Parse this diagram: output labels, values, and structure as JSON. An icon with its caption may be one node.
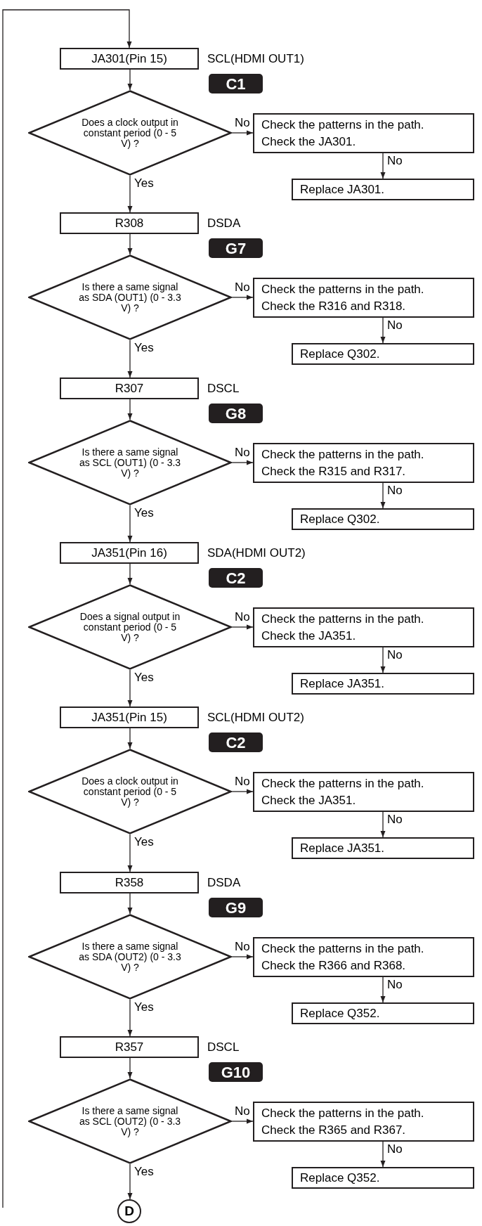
{
  "diagram": {
    "nodes": [
      {
        "text": [
          "JA301(Pin 15)"
        ],
        "beside": [
          "SCL(HDMI OUT1)"
        ]
      },
      {
        "text": [
          "C1"
        ]
      },
      {
        "text": [
          "Does a clock output in constant period (0 - 5 V) ?"
        ]
      },
      {
        "text": [
          "Check the patterns in the path.",
          "Check the JA301."
        ]
      },
      {
        "text": [
          "Replace JA301."
        ]
      },
      {
        "text": [
          "R308"
        ],
        "beside": [
          "DSDA"
        ]
      },
      {
        "text": [
          "G7"
        ]
      },
      {
        "text": [
          "Is there a same signal as SDA (OUT1) (0 - 3.3 V) ?"
        ]
      },
      {
        "text": [
          "Check the patterns in the path.",
          "Check the R316 and R318."
        ]
      },
      {
        "text": [
          "Replace Q302."
        ]
      },
      {
        "text": [
          "R307"
        ],
        "beside": [
          "DSCL"
        ]
      },
      {
        "text": [
          "G8"
        ]
      },
      {
        "text": [
          "Is there a same signal as SCL (OUT1) (0 - 3.3 V) ?"
        ]
      },
      {
        "text": [
          "Check the patterns in the path.",
          "Check the R315 and R317."
        ]
      },
      {
        "text": [
          "Replace Q302."
        ]
      },
      {
        "text": [
          "JA351(Pin 16)"
        ],
        "beside": [
          "SDA(HDMI OUT2)"
        ]
      },
      {
        "text": [
          "C2"
        ]
      },
      {
        "text": [
          "Does a signal output in constant period (0 - 5 V) ?"
        ]
      },
      {
        "text": [
          "Check the patterns in the path.",
          "Check the JA351."
        ]
      },
      {
        "text": [
          "Replace JA351."
        ]
      },
      {
        "text": [
          "JA351(Pin 15)"
        ],
        "beside": [
          "SCL(HDMI OUT2)"
        ]
      },
      {
        "text": [
          "C2"
        ]
      },
      {
        "text": [
          "Does a clock output in constant period (0 - 5 V) ?"
        ]
      },
      {
        "text": [
          "Check the patterns in the path.",
          "Check the JA351."
        ]
      },
      {
        "text": [
          "Replace JA351."
        ]
      },
      {
        "text": [
          "R358"
        ],
        "beside": [
          "DSDA"
        ]
      },
      {
        "text": [
          "G9"
        ]
      },
      {
        "text": [
          "Is there a same signal as SDA (OUT2) (0 - 3.3 V) ?"
        ]
      },
      {
        "text": [
          "Check the patterns in the path.",
          "Check the R366 and R368."
        ]
      },
      {
        "text": [
          "Replace Q352."
        ]
      },
      {
        "text": [
          "R357"
        ],
        "beside": [
          "DSCL"
        ]
      },
      {
        "text": [
          "G10"
        ]
      },
      {
        "text": [
          "Is there a same signal as SCL (OUT2) (0 - 3.3 V) ?"
        ]
      },
      {
        "text": [
          "Check the patterns in the path.",
          "Check the R365 and R367."
        ]
      },
      {
        "text": [
          "Replace Q352."
        ]
      },
      {
        "text": [
          "D"
        ]
      }
    ],
    "edges": [
      {
        "from": null,
        "to": 0,
        "arrow": "to"
      },
      {
        "from": 0,
        "to": 2,
        "arrow": "to"
      },
      {
        "from": 2,
        "to": 3,
        "arrow": "to",
        "label": "No"
      },
      {
        "from": 3,
        "to": 4,
        "arrow": "to",
        "label": "No"
      },
      {
        "from": 2,
        "to": 5,
        "arrow": "to",
        "label": "Yes"
      },
      {
        "from": 5,
        "to": 7,
        "arrow": "to"
      },
      {
        "from": 7,
        "to": 8,
        "arrow": "to",
        "label": "No"
      },
      {
        "from": 8,
        "to": 9,
        "arrow": "to",
        "label": "No"
      },
      {
        "from": 7,
        "to": 10,
        "arrow": "to",
        "label": "Yes"
      },
      {
        "from": 10,
        "to": 12,
        "arrow": "to"
      },
      {
        "from": 12,
        "to": 13,
        "arrow": "to",
        "label": "No"
      },
      {
        "from": 13,
        "to": 14,
        "arrow": "to",
        "label": "No"
      },
      {
        "from": 12,
        "to": 15,
        "arrow": "to",
        "label": "Yes"
      },
      {
        "from": 15,
        "to": 17,
        "arrow": "to"
      },
      {
        "from": 17,
        "to": 18,
        "arrow": "to",
        "label": "No"
      },
      {
        "from": 18,
        "to": 19,
        "arrow": "to",
        "label": "No"
      },
      {
        "from": 17,
        "to": 20,
        "arrow": "to",
        "label": "Yes"
      },
      {
        "from": 20,
        "to": 22,
        "arrow": "to"
      },
      {
        "from": 22,
        "to": 23,
        "arrow": "to",
        "label": "No"
      },
      {
        "from": 23,
        "to": 24,
        "arrow": "to",
        "label": "No"
      },
      {
        "from": 22,
        "to": 25,
        "arrow": "to",
        "label": "Yes"
      },
      {
        "from": 25,
        "to": 27,
        "arrow": "to"
      },
      {
        "from": 27,
        "to": 28,
        "arrow": "to",
        "label": "No"
      },
      {
        "from": 28,
        "to": 29,
        "arrow": "to",
        "label": "No"
      },
      {
        "from": 27,
        "to": 30,
        "arrow": "to",
        "label": "Yes"
      },
      {
        "from": 30,
        "to": 32,
        "arrow": "to"
      },
      {
        "from": 32,
        "to": 33,
        "arrow": "to",
        "label": "No"
      },
      {
        "from": 33,
        "to": 34,
        "arrow": "to",
        "label": "No"
      },
      {
        "from": 32,
        "to": 35,
        "arrow": "to",
        "label": "Yes"
      }
    ]
  }
}
